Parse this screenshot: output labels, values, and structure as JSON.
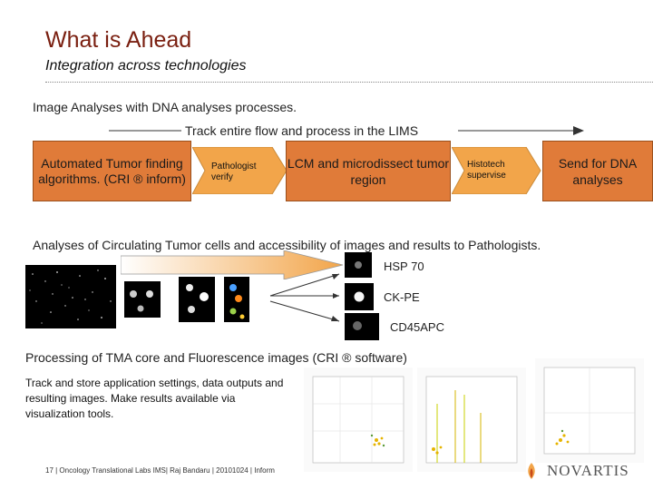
{
  "header": {
    "title": "What is Ahead",
    "subtitle": "Integration across technologies"
  },
  "section1": {
    "heading": "Image Analyses with DNA analyses processes.",
    "track_label": "Track entire flow and process in the LIMS",
    "steps": [
      {
        "label": "Automated Tumor finding algorithms. (CRI ® inform)"
      },
      {
        "label": "Pathologist verify"
      },
      {
        "label": "LCM and microdissect tumor region"
      },
      {
        "label": "Histotech supervise"
      },
      {
        "label": "Send for DNA analyses"
      }
    ]
  },
  "section2": {
    "heading": "Analyses of Circulating Tumor cells and accessibility of images and results to Pathologists.",
    "markers": [
      "HSP 70",
      "CK-PE",
      "CD45APC"
    ]
  },
  "section3": {
    "heading": "Processing of TMA core and Fluorescence images  (CRI ® software)",
    "body": "Track and store application settings, data outputs and resulting images.  Make results available via visualization tools."
  },
  "footer": {
    "text": "17 | Oncology Translational Labs IMS| Raj Bandaru | 20101024 | Inform"
  },
  "brand": {
    "name": "NOVARTIS"
  },
  "colors": {
    "title": "#7a1f10",
    "box_fill": "#e07b39",
    "arrow_fill": "#f2a54a"
  }
}
